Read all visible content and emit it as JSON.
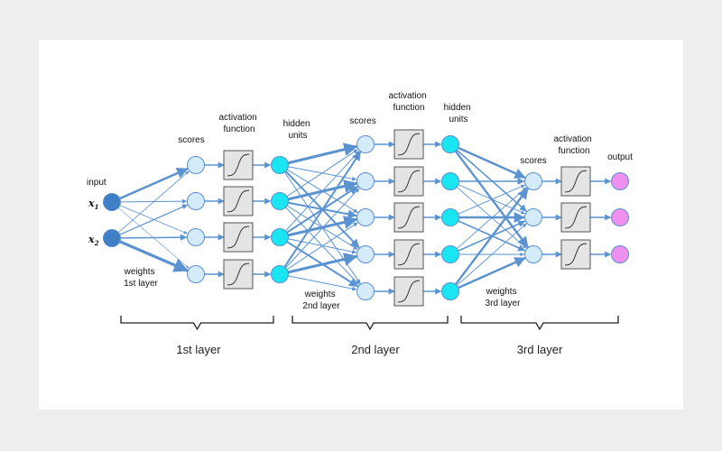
{
  "labels": {
    "input": "input",
    "x1": "x",
    "x1_sub": "1",
    "x2": "x",
    "x2_sub": "2",
    "weights_1": [
      "weights",
      "1st layer"
    ],
    "weights_2": [
      "weights",
      "2nd layer"
    ],
    "weights_3": [
      "weights",
      "3rd layer"
    ],
    "scores": "scores",
    "activation_function": [
      "activation",
      "function"
    ],
    "hidden_units": [
      "hidden",
      "units"
    ],
    "output": "output"
  },
  "layer_titles": [
    "1st layer",
    "2nd layer",
    "3rd layer"
  ],
  "colors": {
    "input_node": "#3f7fc6",
    "score_node": "#d4ebfb",
    "hidden_node": "#19e6f0",
    "output_node": "#ee90ee",
    "edge": "#5b93d1",
    "node_stroke": "#5b8fd0",
    "activation_box": "#e4e4e4"
  }
}
